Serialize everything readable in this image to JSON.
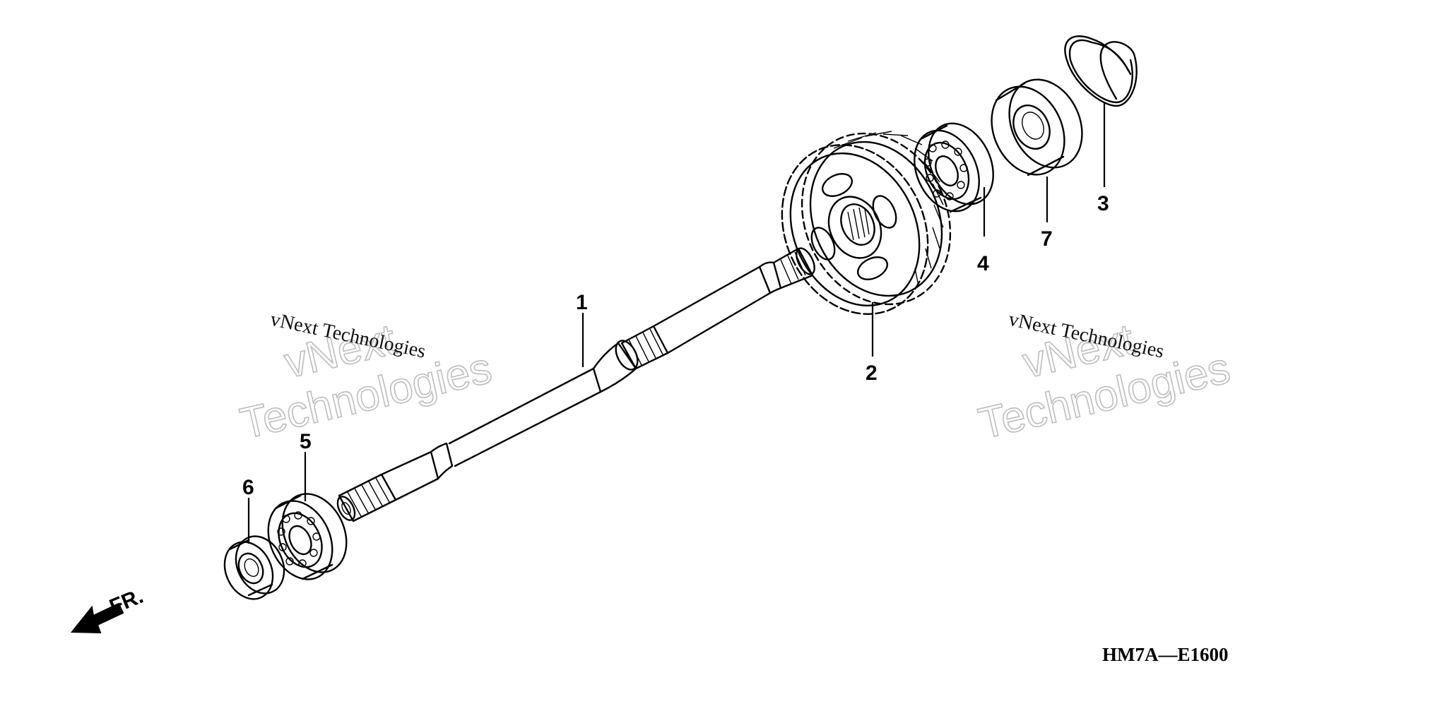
{
  "diagram": {
    "callouts": [
      {
        "id": "1",
        "label": "1"
      },
      {
        "id": "2",
        "label": "2"
      },
      {
        "id": "3",
        "label": "3"
      },
      {
        "id": "4",
        "label": "4"
      },
      {
        "id": "5",
        "label": "5"
      },
      {
        "id": "6",
        "label": "6"
      },
      {
        "id": "7",
        "label": "7"
      }
    ],
    "direction_label": "FR.",
    "diagram_code": "HM7A—E1600",
    "watermark": {
      "small_text": "vNext Technologies",
      "big_line1": "vNext",
      "big_line2": "Technologies"
    }
  }
}
